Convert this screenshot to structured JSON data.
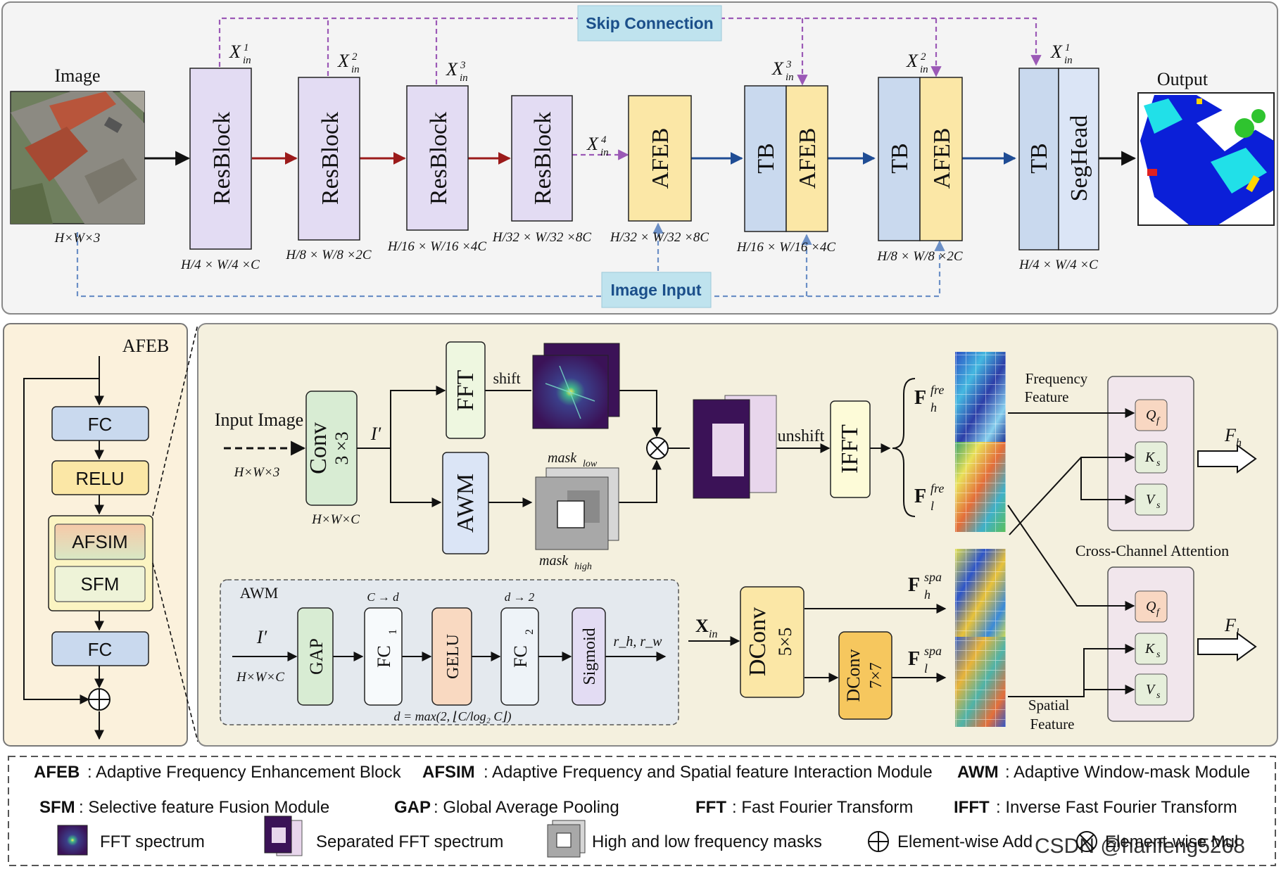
{
  "banners": {
    "skip": "Skip Connection",
    "image_input": "Image Input"
  },
  "top": {
    "image_label": "Image",
    "image_dim": "H×W×3",
    "output_label": "Output",
    "blocks": {
      "res": "ResBlock",
      "afeb": "AFEB",
      "tb": "TB",
      "seghead": "SegHead"
    },
    "xin": {
      "x1": "X",
      "x2": "X",
      "x3": "X",
      "x4": "X",
      "sub": "in",
      "s1": "1",
      "s2": "2",
      "s3": "3",
      "s4": "4"
    },
    "dims": {
      "d1": "H/4 × W/4 ×C",
      "d2": "H/8 × W/8 ×2C",
      "d3": "H/16 × W/16 ×4C",
      "d4": "H/32 × W/32 ×8C"
    }
  },
  "afeb_panel": {
    "title": "AFEB",
    "fc": "FC",
    "relu": "RELU",
    "afsim": "AFSIM",
    "sfm": "SFM"
  },
  "detail": {
    "input_image": "Input Image",
    "input_dim": "H×W×3",
    "conv": "Conv",
    "conv_k": "3 ×3",
    "conv_dim": "H×W×C",
    "iprime": "I′",
    "fft": "FFT",
    "shift": "shift",
    "awm": "AWM",
    "mask_low": "mask",
    "mask_low_sub": "low",
    "mask_high": "mask",
    "mask_high_sub": "high",
    "unshift": "unshift",
    "ifft": "IFFT",
    "f_h_fre": "F",
    "f_l_fre": "F",
    "freq_feature": [
      "Frequency",
      "Feature"
    ],
    "spatial_feature": [
      "Spatial",
      "Feature"
    ],
    "cca": "Cross-Channel Attention",
    "qf": "Q",
    "ks": "K",
    "vs": "V",
    "fh": "F",
    "fl": "F",
    "xin": "X",
    "dconv5": "DConv",
    "dconv5_k": "5×5",
    "dconv7": "DConv",
    "dconv7_k": "7×7",
    "f_h_spa": "F",
    "f_l_spa": "F"
  },
  "awm_panel": {
    "title": "AWM",
    "iprime": "I′",
    "dim": "H×W×C",
    "gap": "GAP",
    "fc1": "FC",
    "gelu": "GELU",
    "fc2": "FC",
    "sigmoid": "Sigmoid",
    "c_to_d": "C → d",
    "d_to_2": "d → 2",
    "rhrw": "r_h, r_w",
    "formula": "d = max(2, ⌊C/log₂ C⌋)"
  },
  "legend": {
    "row1": [
      {
        "abbr": "AFEB",
        "text": ": Adaptive Frequency Enhancement Block"
      },
      {
        "abbr": "AFSIM",
        "text": ": Adaptive Frequency and Spatial feature Interaction Module"
      },
      {
        "abbr": "AWM",
        "text": ": Adaptive Window-mask Module"
      }
    ],
    "row2": [
      {
        "abbr": "SFM",
        "text": ": Selective feature Fusion Module"
      },
      {
        "abbr": "GAP",
        "text": ": Global Average Pooling"
      },
      {
        "abbr": "FFT",
        "text": ": Fast Fourier Transform"
      },
      {
        "abbr": "IFFT",
        "text": ": Inverse Fast Fourier Transform"
      }
    ],
    "row3": [
      "FFT spectrum",
      "Separated FFT spectrum",
      "High and low frequency masks",
      "Element-wise Add",
      "Element-wise Mul"
    ],
    "watermark": "CSDN @hanfeng5268"
  },
  "colors": {
    "resblock": "#e3dcf3",
    "afeb": "#fbe7a6",
    "tb": "#c9d9ee",
    "seghead": "#dbe5f6",
    "skip": "#9b59b6",
    "image_input": "#6b8fc6",
    "red_arrow": "#9b1a1a",
    "blue_arrow": "#1f4c94",
    "banner_bg": "#bfe3ee"
  }
}
